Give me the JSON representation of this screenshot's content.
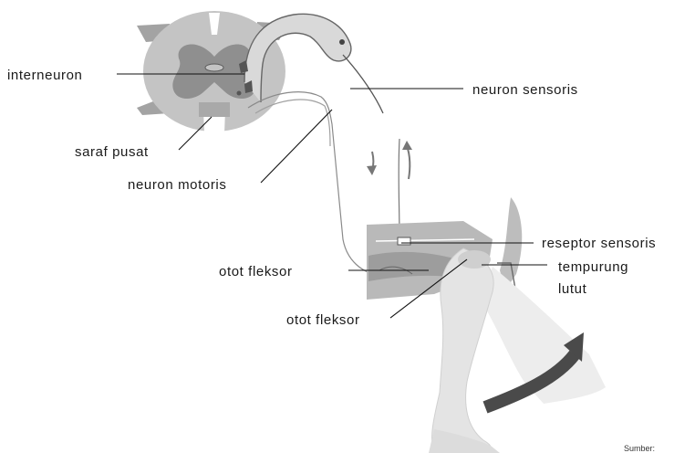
{
  "labels": {
    "interneuron": "interneuron",
    "neuron_sensoris": "neuron sensoris",
    "saraf_pusat": "saraf pusat",
    "neuron_motoris": "neuron motoris",
    "reseptor_sensoris": "reseptor sensoris",
    "otot_fleksor_1": "otot fleksor",
    "tempurung": "tempurung",
    "lutut": "lutut",
    "otot_fleksor_2": "otot fleksor"
  },
  "source_text": "Sumber:",
  "colors": {
    "spinal_gray": "#c4c4c4",
    "gray_matter": "#8f8f8f",
    "wing_gray": "#a3a3a3",
    "leg": "#e6e6e6",
    "leg_shadow": "#d2d2d2",
    "muscle": "#b9b9b9",
    "arrow_dark": "#4a4a4a"
  }
}
